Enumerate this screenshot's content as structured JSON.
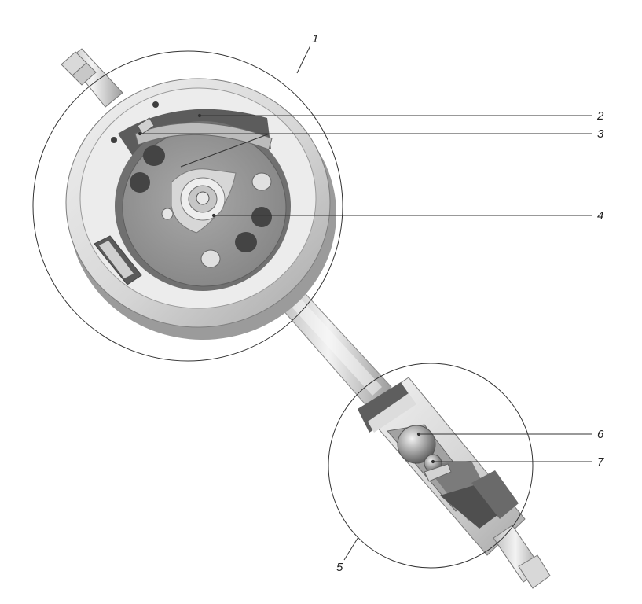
{
  "figure": {
    "callouts": [
      {
        "id": "1",
        "label": "1"
      },
      {
        "id": "2",
        "label": "2"
      },
      {
        "id": "3",
        "label": "3"
      },
      {
        "id": "4",
        "label": "4"
      },
      {
        "id": "5",
        "label": "5"
      },
      {
        "id": "6",
        "label": "6"
      },
      {
        "id": "7",
        "label": "7"
      }
    ],
    "colors": {
      "line": "#333333",
      "body_light": "#e2e2e2",
      "body_mid": "#c4c4c4",
      "body_dark": "#8f8f8f",
      "hole_dark": "#4b4b4b",
      "shadow": "#6e6e6e"
    }
  }
}
